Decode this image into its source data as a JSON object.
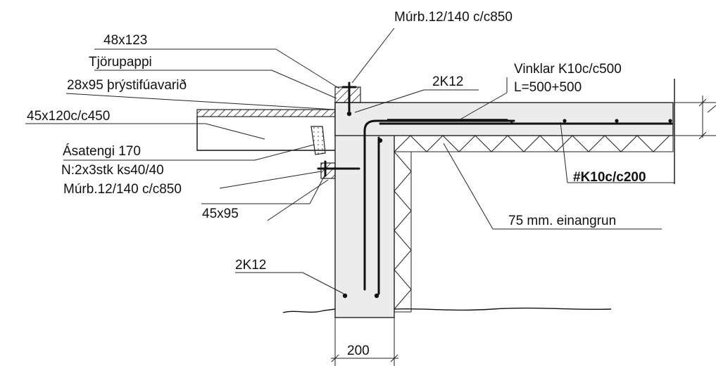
{
  "labels": {
    "murb_top": "Múrb.12/140 c/c850",
    "b48x123": "48x123",
    "tjorupappi": "Tjörupappi",
    "b28x95": "28x95 þrýstifúavarið",
    "b45x120": "45x120c/c450",
    "asatengi": "Ásatengi 170",
    "nails": "N:2x3stk ks40/40",
    "murb_mid": "Múrb.12/140 c/c850",
    "b45x95": "45x95",
    "k2k12_top": "2K12",
    "vinklar": "Vinklar K10c/c500",
    "vinklar_len": "L=500+500",
    "mesh": "#K10c/c200",
    "insulation": "75 mm. einangrun",
    "k2k12_bottom": "2K12",
    "width_dim": "200"
  }
}
